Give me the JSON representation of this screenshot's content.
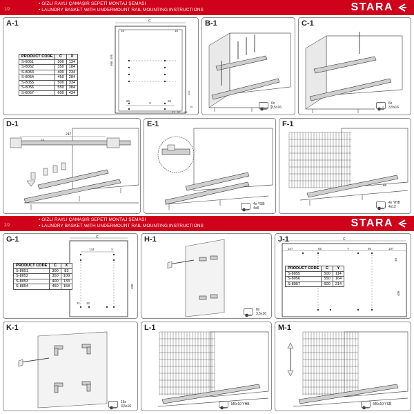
{
  "header_top": {
    "page": "1/2",
    "line1": "GİZLİ RAYLI ÇAMAŞIR SEPETİ MONTAJ ŞEMASI",
    "line2": "LAUNDRY BASKET WITH UNDERMOUNT RAIL MOUNTING INSTRUCTIONS",
    "logo": "STARA"
  },
  "header_bottom": {
    "page": "2/2",
    "line1": "GİZLİ RAYLI ÇAMAŞIR SEPETİ MONTAJ ŞEMASI",
    "line2": "LAUNDRY BASKET WITH UNDERMOUNT RAIL MOUNTING INSTRUCTIONS",
    "logo": "STARA"
  },
  "panels": {
    "a1": {
      "label": "A-1",
      "table": {
        "headers": [
          "PRODUCT CODE",
          "C",
          "X"
        ],
        "rows": [
          [
            "S-8051",
            "300",
            "134"
          ],
          [
            "S-8052",
            "350",
            "184"
          ],
          [
            "S-8053",
            "400",
            "234"
          ],
          [
            "S-8054",
            "450",
            "284"
          ],
          [
            "S-8055",
            "500",
            "334"
          ],
          [
            "S-8056",
            "550",
            "384"
          ],
          [
            "S-8057",
            "600",
            "434"
          ]
        ]
      },
      "dims": {
        "c": "C",
        "left": "18",
        "right": "18",
        "height": "Min. 495",
        "x": "X",
        "x65l": "65",
        "x65r": "65",
        "v1": "207",
        "v2": "10",
        "v3": "95",
        "v4": "57",
        "v5": "37"
      }
    },
    "b1": {
      "label": "B-1",
      "screw_count": "6x",
      "screw_size": "3,5x16"
    },
    "c1": {
      "label": "C-1",
      "screw_count": "6x",
      "screw_size": "3,5x16"
    },
    "d1": {
      "label": "D-1",
      "dims": {
        "d247": "247",
        "d23": "23",
        "d58": "58"
      }
    },
    "e1": {
      "label": "E-1",
      "screw_count": "4x YSB",
      "screw_size": "4x8"
    },
    "f1": {
      "label": "F-1",
      "screw_count_a": "4x",
      "screw_count_b": "4x YHB",
      "screw_size_b": "4x12"
    },
    "g1": {
      "label": "G-1",
      "table": {
        "headers": [
          "PRODUCT CODE",
          "C",
          "X"
        ],
        "rows": [
          [
            "S-8051",
            "300",
            "83"
          ],
          [
            "S-8052",
            "350",
            "108"
          ],
          [
            "S-8053",
            "400",
            "133"
          ],
          [
            "S-8054",
            "450",
            "158"
          ]
        ]
      },
      "dims": {
        "c": "C",
        "d134": "134",
        "x": "X",
        "d31": "31",
        "d32": "32",
        "v1": "408"
      }
    },
    "h1": {
      "label": "H-1",
      "screw_count": "8x",
      "screw_size": "3,5x16"
    },
    "j1": {
      "label": "J-1",
      "table": {
        "headers": [
          "PRODUCT CODE",
          "C",
          "Y"
        ],
        "rows": [
          [
            "S-8055",
            "500",
            "114"
          ],
          [
            "S-8056",
            "550",
            "164"
          ],
          [
            "S-8057",
            "600",
            "214"
          ]
        ]
      },
      "dims": {
        "c": "C",
        "d107": "107",
        "d65": "65",
        "y": "Y",
        "d95": "95",
        "d107b": "107",
        "v1": "408",
        "v2": "40"
      }
    },
    "k1": {
      "label": "K-1",
      "screw_count": "16x",
      "screw_size": "3,5x16"
    },
    "l1": {
      "label": "L-1",
      "screw_size": "M6x10 YHB"
    },
    "m1": {
      "label": "M-1",
      "screw_size": "M6x10 YSB"
    }
  },
  "colors": {
    "brand_red": "#d0021b",
    "border": "#8a8a8a"
  }
}
